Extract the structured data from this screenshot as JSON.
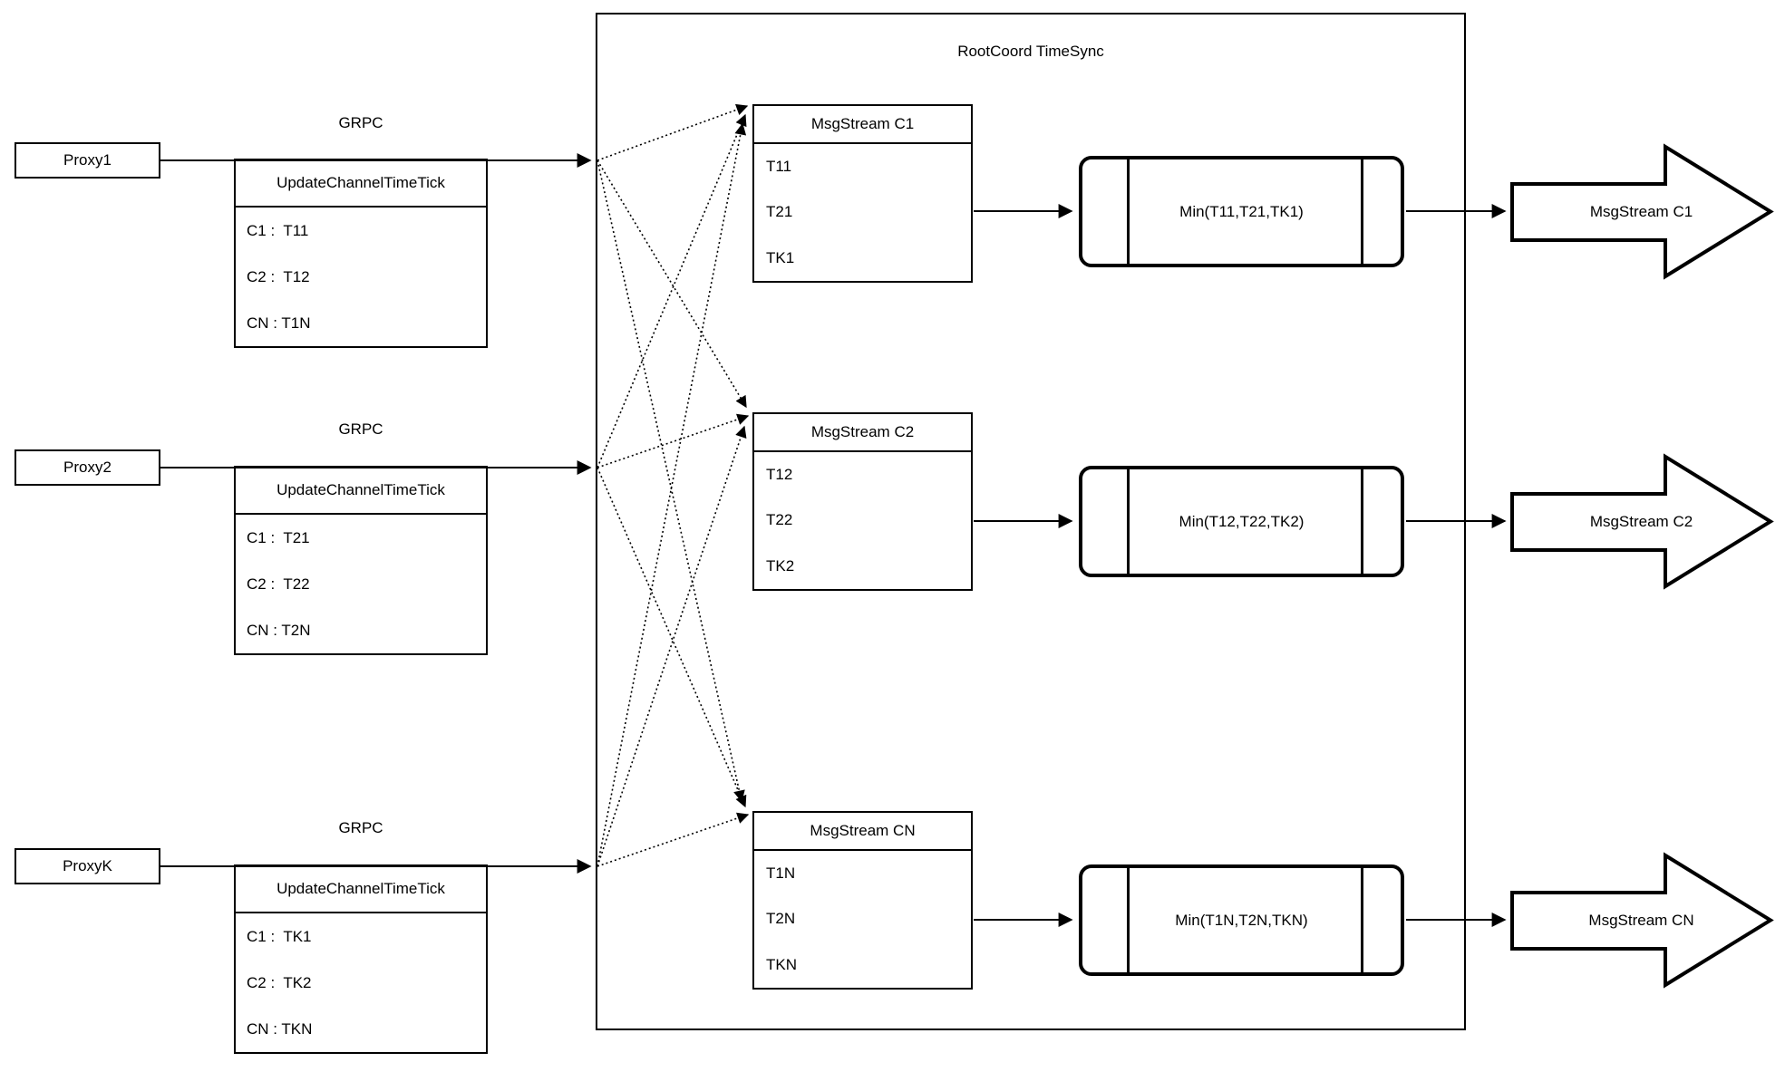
{
  "diagram": {
    "container_title": "RootCoord TimeSync",
    "colors": {
      "stroke": "#000000",
      "background": "#ffffff"
    },
    "rows": [
      {
        "proxy": "Proxy1",
        "protocol": "GRPC",
        "update_table": {
          "header": "UpdateChannelTimeTick",
          "rows": [
            "C1 :  T11",
            "C2 :  T12",
            "CN : T1N"
          ]
        },
        "msgstream_table": {
          "header": "MsgStream C1",
          "rows": [
            "T11",
            "T21",
            "TK1"
          ]
        },
        "min_label": "Min(T11,T21,TK1)",
        "output_arrow": "MsgStream C1"
      },
      {
        "proxy": "Proxy2",
        "protocol": "GRPC",
        "update_table": {
          "header": "UpdateChannelTimeTick",
          "rows": [
            "C1 :  T21",
            "C2 :  T22",
            "CN : T2N"
          ]
        },
        "msgstream_table": {
          "header": "MsgStream C2",
          "rows": [
            "T12",
            "T22",
            "TK2"
          ]
        },
        "min_label": "Min(T12,T22,TK2)",
        "output_arrow": "MsgStream C2"
      },
      {
        "proxy": "ProxyK",
        "protocol": "GRPC",
        "update_table": {
          "header": "UpdateChannelTimeTick",
          "rows": [
            "C1 :  TK1",
            "C2 :  TK2",
            "CN : TKN"
          ]
        },
        "msgstream_table": {
          "header": "MsgStream CN",
          "rows": [
            "T1N",
            "T2N",
            "TKN"
          ]
        },
        "min_label": "Min(T1N,T2N,TKN)",
        "output_arrow": "MsgStream CN"
      }
    ]
  }
}
